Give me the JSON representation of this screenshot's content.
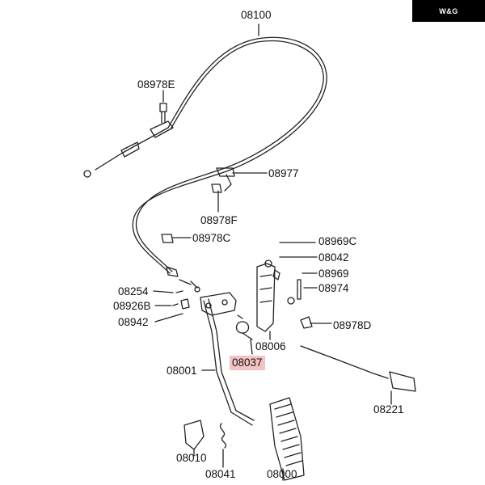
{
  "brand": {
    "logo_text": "W&G",
    "logo_bg": "#000000"
  },
  "highlight_color": "#f4c4c4",
  "parts": {
    "p08100": "08100",
    "p08978E": "08978E",
    "p08977": "08977",
    "p08978F": "08978F",
    "p08978C": "08978C",
    "p08969C": "08969C",
    "p08042": "08042",
    "p08969": "08969",
    "p08974": "08974",
    "p08254": "08254",
    "p08926B": "08926B",
    "p08942": "08942",
    "p08978D": "08978D",
    "p08006": "08006",
    "p08037": "08037",
    "p08001": "08001",
    "p08221": "08221",
    "p08010": "08010",
    "p08041": "08041",
    "p08000": "08000"
  }
}
